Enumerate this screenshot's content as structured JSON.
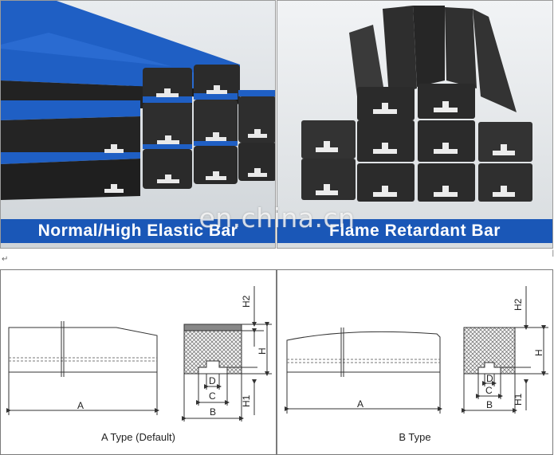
{
  "photos": {
    "left_caption": "Normal/High Elastic Bar",
    "right_caption": "Flame Retardant Bar"
  },
  "watermark": "en.china.cn",
  "drawings": {
    "a_type_label": "A Type (Default)",
    "b_type_label": "B Type",
    "dimensions": {
      "A": "A",
      "B": "B",
      "C": "C",
      "D": "D",
      "H": "H",
      "H1": "H1",
      "H2": "H2"
    }
  },
  "colors": {
    "blue_top": "#1f5fc4",
    "rubber_black": "#262626",
    "caption_blue": "#1a57b7"
  }
}
